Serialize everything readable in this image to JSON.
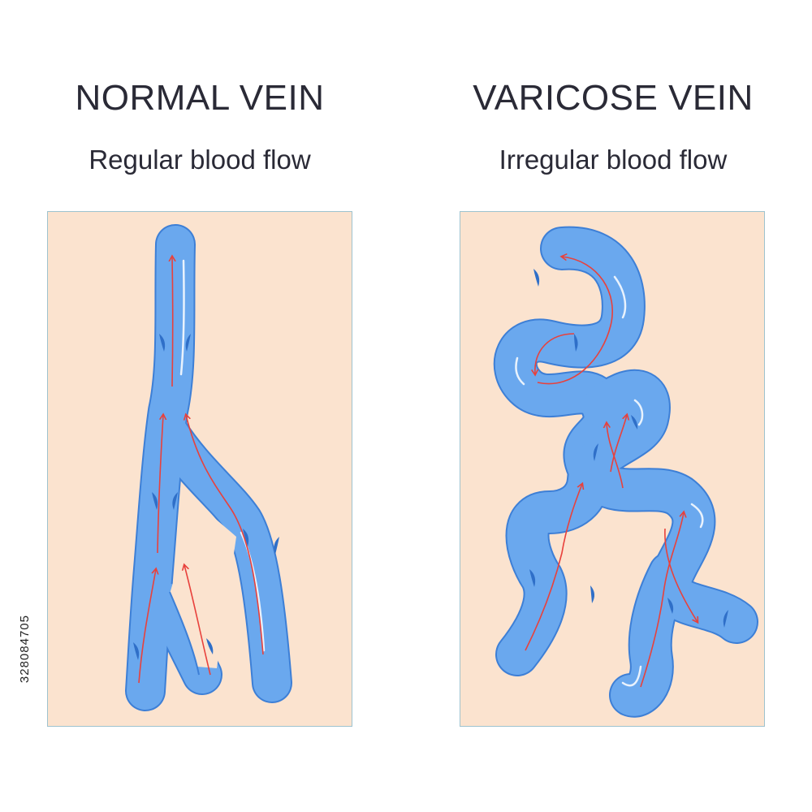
{
  "normal": {
    "title": "NORMAL VEIN",
    "subtitle": "Regular blood flow"
  },
  "varicose": {
    "title": "VARICOSE VEIN",
    "subtitle": "Irregular blood flow"
  },
  "stock_id": "328084705",
  "colors": {
    "skin": "#fbe3cf",
    "vein_fill": "#6aa8ee",
    "vein_outline": "#3d7fd6",
    "valve": "#2f6fc8",
    "flow_arrow": "#e8413c",
    "text": "#2a2a36"
  }
}
